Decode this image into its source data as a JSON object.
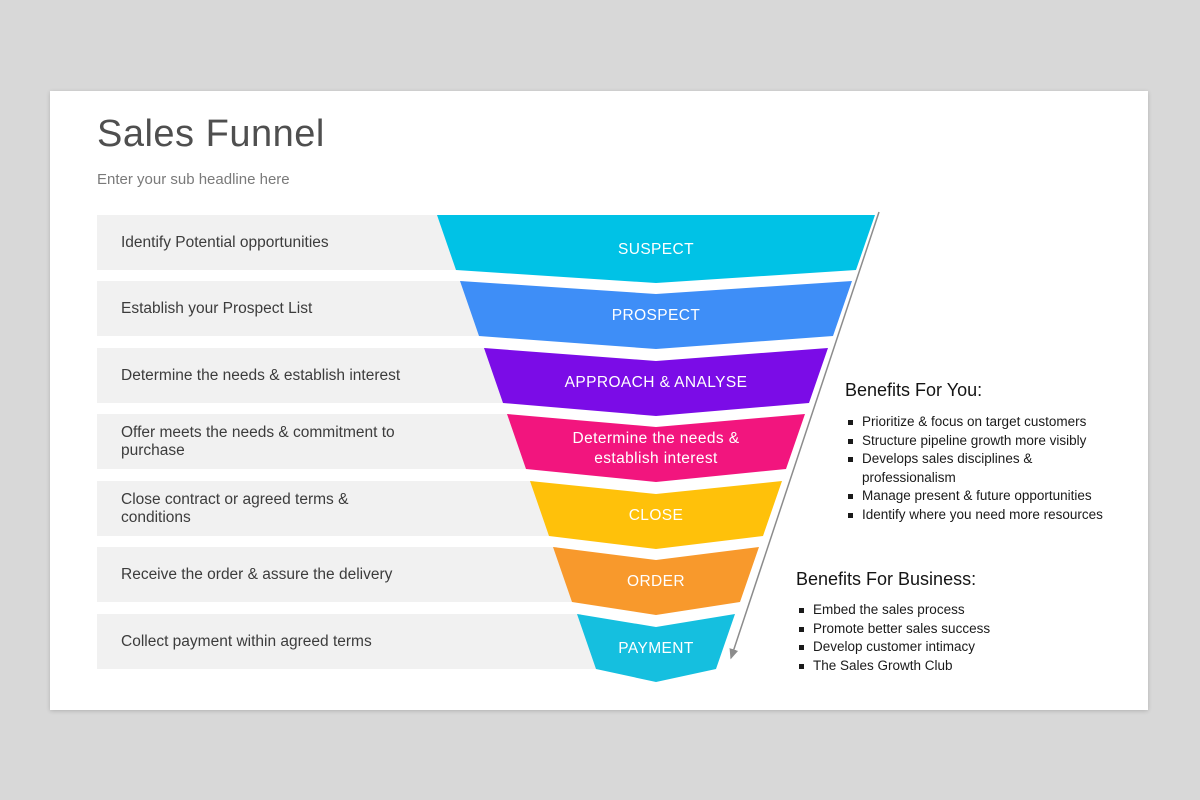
{
  "slide": {
    "title": "Sales Funnel",
    "subtitle": "Enter your sub headline here"
  },
  "funnel": {
    "bar_color": "#F1F1F1",
    "arrow_color": "#8C8C8C",
    "rows": [
      {
        "label": "Identify Potential opportunities",
        "stage": "SUSPECT",
        "color": "#00C2E6"
      },
      {
        "label": "Establish your Prospect List",
        "stage": "PROSPECT",
        "color": "#3E8EF7"
      },
      {
        "label": "Determine the needs & establish interest",
        "stage": "APPROACH & ANALYSE",
        "color": "#7B0CE7"
      },
      {
        "label": "Offer meets the needs & commitment to purchase",
        "stage": "Determine the needs & establish interest",
        "color": "#F2157E"
      },
      {
        "label": "Close contract or agreed terms & conditions",
        "stage": "CLOSE",
        "color": "#FFC10A"
      },
      {
        "label": "Receive the order & assure the delivery",
        "stage": "ORDER",
        "color": "#F8992C"
      },
      {
        "label": "Collect payment within agreed terms",
        "stage": "PAYMENT",
        "color": "#15BFDF"
      }
    ]
  },
  "benefits_you": {
    "heading": "Benefits For You:",
    "items": [
      "Prioritize & focus on target customers",
      "Structure pipeline growth more visibly",
      "Develops sales disciplines & professionalism",
      "Manage present & future opportunities",
      "Identify where you need more resources"
    ]
  },
  "benefits_business": {
    "heading": "Benefits For Business:",
    "items": [
      "Embed the sales process",
      "Promote better sales success",
      "Develop customer intimacy",
      "The Sales Growth Club"
    ]
  }
}
